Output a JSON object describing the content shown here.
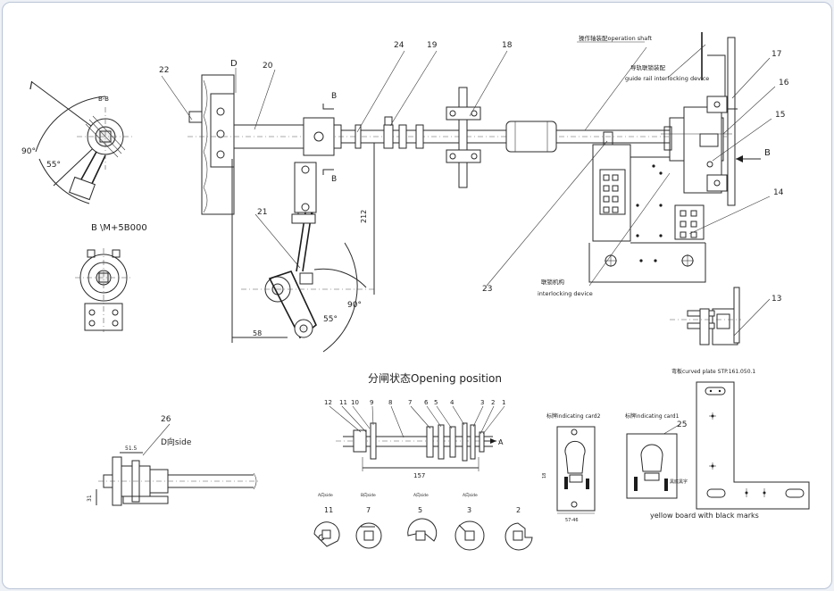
{
  "labels": {
    "section_bb": "B-B",
    "angle_90_left": "90°",
    "angle_55_left": "55°",
    "roman_one": "I",
    "view_b": "B \\M+5B000",
    "label_d": "D",
    "label_b_upper": "B",
    "label_b_lower": "B",
    "dim_212": "212",
    "dim_58": "58",
    "angle_90_mid": "90°",
    "angle_55_mid": "55°",
    "operation_shaft": "操作轴装配operation shaft",
    "guide_rail_cn": "导轨联锁装配",
    "guide_rail_en": "guide rail interlocking device",
    "interlock_cn": "联锁机构",
    "interlock_en": "interlocking device",
    "arrow_b_right": "B",
    "opening_position": "分闸状态Opening position",
    "d_side": "D向side",
    "dim_515": "51.5",
    "dim_31": "31",
    "arrow_a": "A",
    "dim_157": "157",
    "indicating_card2": "标牌indicating card2",
    "indicating_card1": "标牌indicating card1",
    "black_marks_cn": "黑底黑字",
    "yellow_board": "yellow board with black marks",
    "curved_plate": "弯板curved plate STP.161.050.1",
    "dim_57": "57-46",
    "dim_18": "18"
  },
  "callouts": {
    "n1": "1",
    "n2": "2",
    "n3": "3",
    "n4": "4",
    "n5": "5",
    "n6": "6",
    "n7": "7",
    "n8": "8",
    "n9": "9",
    "n10": "10",
    "n11": "11",
    "n12": "12",
    "n13": "13",
    "n14": "14",
    "n15": "15",
    "n16": "16",
    "n17": "17",
    "n18": "18",
    "n19": "19",
    "n20": "20",
    "n21": "21",
    "n22": "22",
    "n23": "23",
    "n24": "24",
    "n25": "25",
    "n26": "26"
  },
  "cams": [
    {
      "num": "11",
      "tag": "A向side"
    },
    {
      "num": "7",
      "tag": "B向side"
    },
    {
      "num": "5",
      "tag": "A向side"
    },
    {
      "num": "3",
      "tag": "A向side"
    },
    {
      "num": "2",
      "tag": ""
    }
  ]
}
